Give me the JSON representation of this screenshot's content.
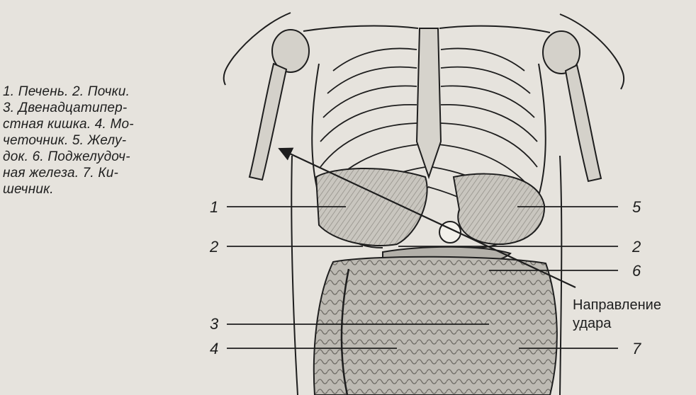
{
  "caption": {
    "lines": [
      "1. Печень. 2. Почки.",
      "3. Двенадцатипер-",
      "стная кишка. 4. Мо-",
      "четочник. 5. Желу-",
      "док. 6. Поджелудоч-",
      "ная железа. 7. Ки-",
      "шечник."
    ]
  },
  "labels": {
    "left": [
      "1",
      "2",
      "3",
      "4"
    ],
    "right": [
      "5",
      "2",
      "6",
      "7"
    ]
  },
  "impact": {
    "line1": "Направление",
    "line2": "удара"
  },
  "colors": {
    "paper": "#dedad4",
    "ink": "#1e1e1e",
    "organ_shade": "#9a9790"
  }
}
